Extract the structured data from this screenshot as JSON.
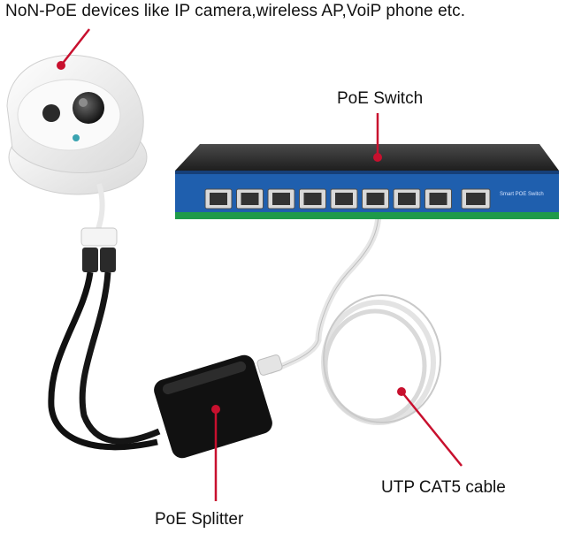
{
  "labels": {
    "non_poe_devices": "NoN-PoE devices like IP camera,wireless AP,VoiP phone etc.",
    "poe_switch": "PoE Switch",
    "utp_cable": "UTP CAT5 cable",
    "poe_splitter": "PoE Splitter"
  },
  "switch": {
    "brand_text": "Smart POE Switch",
    "port_count": 8,
    "uplink_count": 1
  },
  "colors": {
    "pointer": "#c8102e",
    "switch_body": "#2a2a2a",
    "switch_panel": "#1f5fae",
    "switch_stripe": "#1f9a4a",
    "cable_white": "#e6e6e6",
    "cable_black": "#111111",
    "camera_white": "#f2f2f2"
  }
}
